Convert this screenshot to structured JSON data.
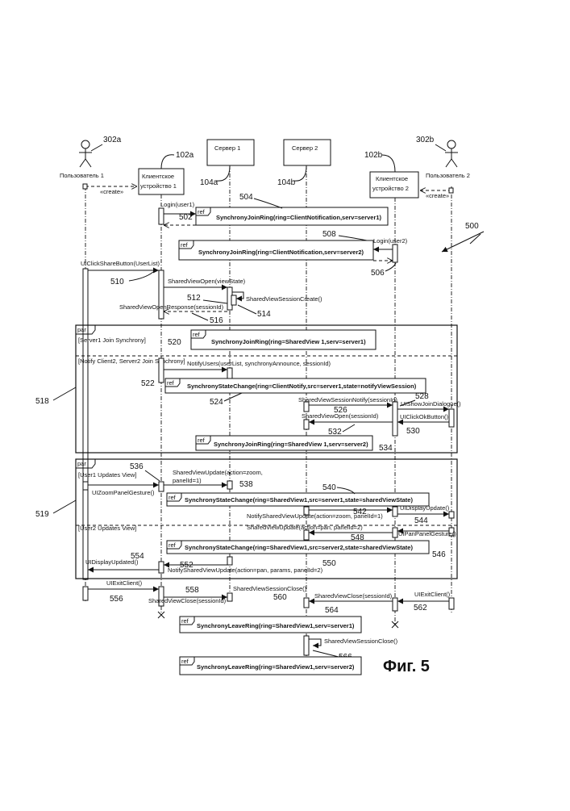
{
  "actors": [
    {
      "name": "Пользователь 1",
      "ref": "302a"
    },
    {
      "name": "Пользователь 2",
      "ref": "302b"
    }
  ],
  "objects": {
    "client1": {
      "label1": "Клиентское",
      "label2": "устройство 1",
      "ref": "102a"
    },
    "server1": {
      "label": "Сервер 1",
      "ref": "104a"
    },
    "server2": {
      "label": "Сервер 2",
      "ref": "104b"
    },
    "client2": {
      "label1": "Клиентское",
      "label2": "устройство 2",
      "ref": "102b"
    }
  },
  "create_label": "«create»",
  "ref_kw": "ref",
  "refs": {
    "r504": "SynchronyJoinRing(ring=ClientNotification,serv=server1)",
    "r508": "SynchronyJoinRing(ring=ClientNotification,serv=server2)",
    "r520": "SynchronyJoinRing(ring=SharedView 1,serv=server1)",
    "r524": "SynchronyStateChange(ring=ClientNotify,src=server1,state=notifyViewSession)",
    "r534": "SynchronyJoinRing(ring=SharedView 1,serv=server2)",
    "r540": "SynchronyStateChange(ring=SharedView1,src=server1,state=sharedViewState)",
    "r548": "SynchronyStateChange(ring=SharedView1,src=server2,state=sharedViewState)",
    "r560": "SynchronyLeaveRing(ring=SharedView1,serv=server1)",
    "r566": "SynchronyLeaveRing(ring=SharedView1,serv=server2)"
  },
  "messages": {
    "login1": "Login(user1)",
    "login2": "Login(user2)",
    "clickShare": "UIClickShareButton(UserList)",
    "svOpen": "SharedViewOpen(viewState)",
    "svSessCreate": "SharedViewSessionCreate()",
    "svOpenResp": "SharedViewOpenResponse(sessionId)",
    "notifyUsers": "NotifyUsers(userList, synchronyAnnounce, sessionId)",
    "svSessNotify": "SharedViewSessionNotify(sessionId)",
    "showJoin": "UIShowJoinDialogue()",
    "clickOk": "UIClickOkButton()",
    "svOpen2": "SharedViewOpen(sessionId)",
    "svUpdate1a": "SharedViewUpdate(action=zoom,",
    "svUpdate1b": "panelId=1)",
    "zoomGesture": "UIZoomPanelGesture()",
    "notifySvUpdate1": "NotifySharedViewUpdate(action=zoom, panelId=1)",
    "displayUpdated2": "UIDisplayUpdate()",
    "svUpdate2": "SharedViewUpdate(action=pan, panelId=2)",
    "panGesture": "UIPanPanelGesture()",
    "displayUpdated1": "UIDisplayUpdated()",
    "notifySvUpdate2": "NotifySharedViewUpdate(action=pan, params, panelId=2)",
    "exit1": "UIExitClient()",
    "svSessClose1": "SharedViewSessionClose()",
    "svClose1": "SharedViewClose(sessionId)",
    "svClose2": "SharedViewClose(sessionId)",
    "exit2": "UIExitClient()",
    "svSessClose2": "SharedViewSessionClose()"
  },
  "fragments": {
    "par1": {
      "kw": "par",
      "guard1": "[Server1 Join Synchrony]",
      "guard2": "[Notify Client2, Server2 Join Synchrony]"
    },
    "par2": {
      "kw": "par",
      "guard1": "[User1 Updates View]",
      "guard2": "[User2 Updates View]"
    }
  },
  "numbers": {
    "n500": "500",
    "n502": "502",
    "n504": "504",
    "n506": "506",
    "n508": "508",
    "n510": "510",
    "n512": "512",
    "n514": "514",
    "n516": "516",
    "n518": "518",
    "n519": "519",
    "n520": "520",
    "n522": "522",
    "n524": "524",
    "n526": "526",
    "n528": "528",
    "n530": "530",
    "n532": "532",
    "n534": "534",
    "n536": "536",
    "n538": "538",
    "n540": "540",
    "n542": "542",
    "n544": "544",
    "n546": "546",
    "n548": "548",
    "n550": "550",
    "n552": "552",
    "n554": "554",
    "n556": "556",
    "n558": "558",
    "n560": "560",
    "n562": "562",
    "n564": "564",
    "n566": "566"
  },
  "figure_label": "Фиг. 5"
}
